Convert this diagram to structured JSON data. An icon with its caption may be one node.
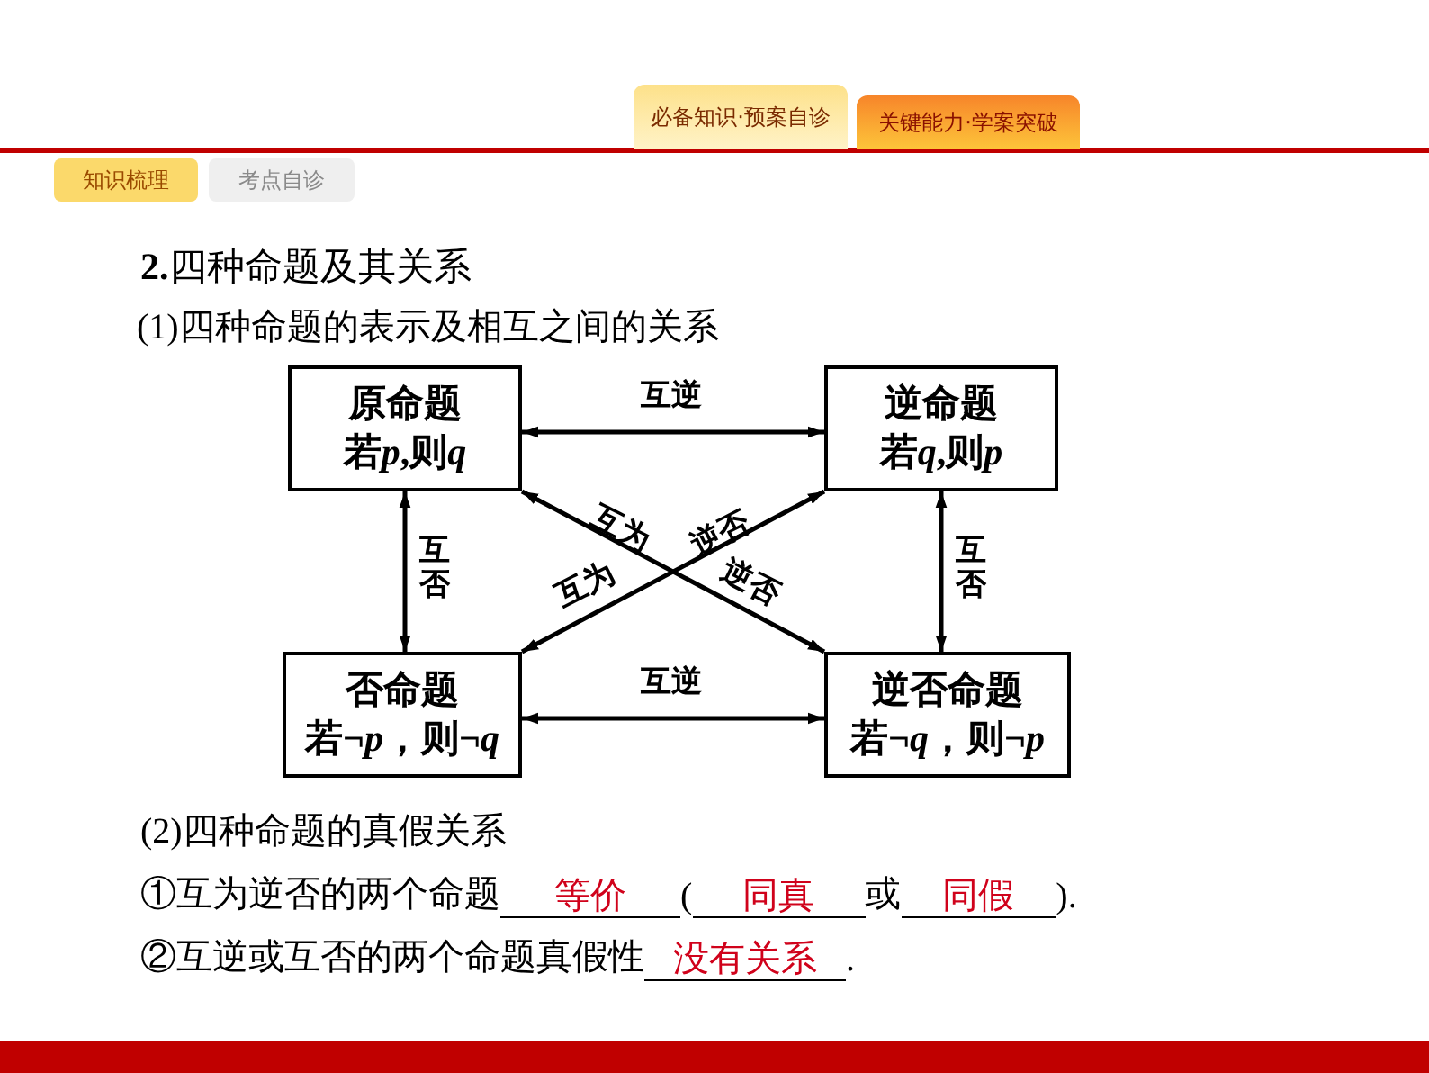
{
  "diagram": {
    "title": "**2.**四种命题及其关系",
    "nodes": [
      {
        "text": [
          "原命题",
          "若p,则q"
        ]
      },
      {
        "text": [
          "逆命题",
          "若q,则p"
        ]
      },
      {
        "text": [
          "否命题",
          "若¬p，则¬q"
        ]
      },
      {
        "text": [
          "逆否命题",
          "若¬q，则¬p"
        ]
      }
    ],
    "edges": [
      {
        "from": 0,
        "to": 1,
        "arrow": "both",
        "label": "互逆"
      },
      {
        "from": 0,
        "to": 2,
        "arrow": "both",
        "label": "互否"
      },
      {
        "from": 1,
        "to": 3,
        "arrow": "both",
        "label": "互否"
      },
      {
        "from": 2,
        "to": 3,
        "arrow": "both",
        "label": "互逆"
      },
      {
        "from": 0,
        "to": 3,
        "arrow": "both"
      },
      {
        "from": 1,
        "to": 2,
        "arrow": "both"
      }
    ],
    "labels": [
      "必备知识·预案自诊",
      "关键能力·学案突破",
      "知识梳理",
      "考点自诊",
      "(1)四种命题的表示及相互之间的关系",
      "互为",
      "逆否",
      "互为",
      "逆否",
      "(2)四种命题的真假关系",
      "①互为逆否的两个命题",
      "等价",
      "(",
      "同真",
      "或",
      "同假",
      ").",
      "②互逆或互否的两个命题真假性",
      "没有关系",
      "."
    ]
  }
}
